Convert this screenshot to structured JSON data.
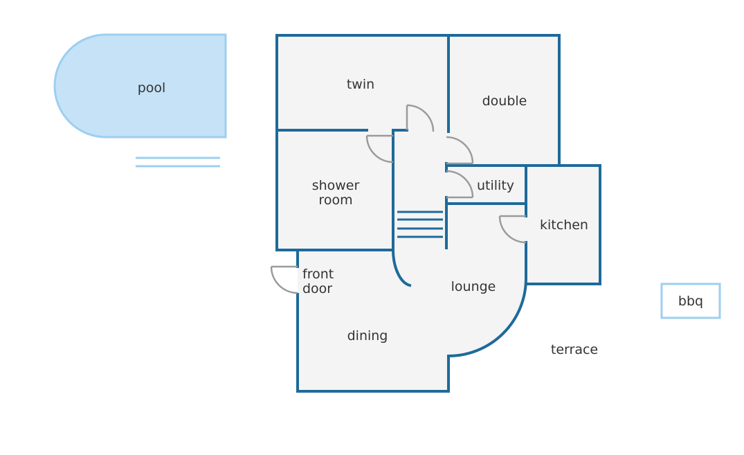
{
  "labels": {
    "pool": "pool",
    "twin": "twin",
    "double": "double",
    "shower_room_line1": "shower",
    "shower_room_line2": "room",
    "utility": "utility",
    "kitchen": "kitchen",
    "front_door_line1": "front",
    "front_door_line2": "door",
    "lounge": "lounge",
    "dining": "dining",
    "terrace": "terrace",
    "bbq": "bbq"
  },
  "colors": {
    "wall": "#1e6a9a",
    "floor": "#f4f4f4",
    "pool_fill": "#c5e2f7",
    "pool_stroke": "#9dcff0",
    "door": "#9a9a9a",
    "text": "#333333"
  }
}
